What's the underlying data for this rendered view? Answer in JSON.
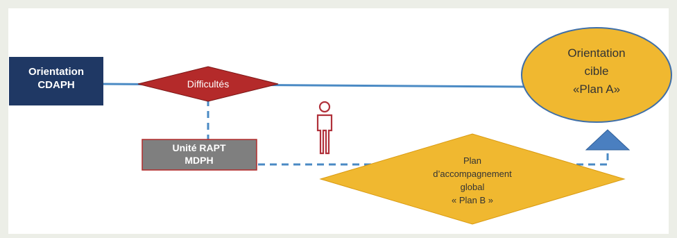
{
  "nodes": {
    "orientation_cdaph": [
      "Orientation",
      "CDAPH"
    ],
    "difficultes": "Difficultés",
    "unite_rapt": [
      "Unité RAPT",
      "MDPH"
    ],
    "orientation_cible": [
      "Orientation",
      "cible",
      "«Plan A»"
    ],
    "plan_b": [
      "Plan",
      "d’accompagnement",
      "global",
      "« Plan B »"
    ]
  },
  "icons": {
    "person": "person-icon",
    "arrow": "triangle-up-icon"
  },
  "colors": {
    "navy": "#1f3864",
    "red": "#b42a2a",
    "gray": "#7f7f7f",
    "gold": "#f0b830",
    "blue_line": "#4a8ac4",
    "person": "#b0303a"
  }
}
